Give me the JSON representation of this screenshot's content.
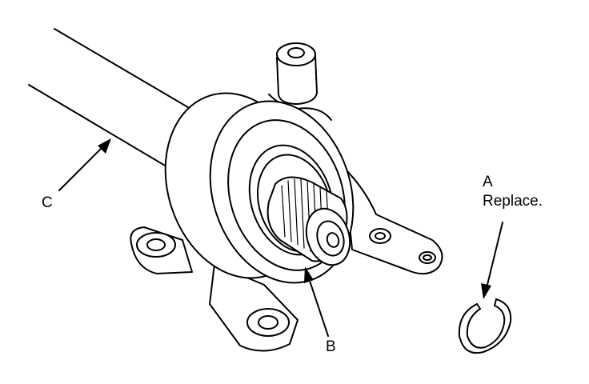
{
  "callouts": {
    "a_letter": "A",
    "a_note": "Replace.",
    "b_letter": "B",
    "c_letter": "C"
  },
  "colors": {
    "line": "#000000",
    "background": "#ffffff"
  },
  "parts": [
    "snap-ring",
    "splined-shaft-end",
    "driveshaft",
    "support-bearing-bracket"
  ]
}
